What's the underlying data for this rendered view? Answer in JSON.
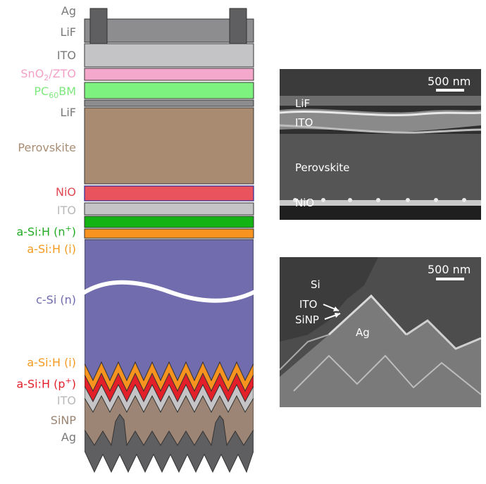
{
  "stack_labels": [
    {
      "id": "ag-top",
      "text": "Ag",
      "color": "#7a7a7a"
    },
    {
      "id": "lif-top",
      "text": "LiF",
      "color": "#7a7a7a"
    },
    {
      "id": "ito-top",
      "text": "ITO",
      "color": "#7a7a7a"
    },
    {
      "id": "sno2-zto",
      "text": "SnO",
      "sub": "2",
      "rest": "/ZTO",
      "color": "#f2a0c6"
    },
    {
      "id": "pc60bm",
      "text": "PC",
      "sub": "60",
      "rest": "BM",
      "color": "#7ee87e"
    },
    {
      "id": "lif-mid",
      "text": "LiF",
      "color": "#7a7a7a"
    },
    {
      "id": "perovskite",
      "text": "Perovskite",
      "color": "#a98d74"
    },
    {
      "id": "nio",
      "text": "NiO",
      "color": "#e04a52"
    },
    {
      "id": "ito-mid",
      "text": "ITO",
      "color": "#b8b8b8"
    },
    {
      "id": "asih-n",
      "text": "a-Si:H (n",
      "sup": "+",
      "rest": ")",
      "color": "#22aa22"
    },
    {
      "id": "asih-i-top",
      "text": "a-Si:H (i)",
      "color": "#f39a1f"
    },
    {
      "id": "csi-n",
      "text": "c-Si (n)",
      "color": "#6e6aac"
    },
    {
      "id": "asih-i-bot",
      "text": "a-Si:H (i)",
      "color": "#f39a1f"
    },
    {
      "id": "asih-p",
      "text": "a-Si:H (p",
      "sup": "+",
      "rest": ")",
      "color": "#e2202a"
    },
    {
      "id": "ito-bot",
      "text": "ITO",
      "color": "#b8b8b8"
    },
    {
      "id": "sinp",
      "text": "SiNP",
      "color": "#9a8574"
    },
    {
      "id": "ag-bot",
      "text": "Ag",
      "color": "#7a7a7a"
    }
  ],
  "colors": {
    "ag": "#5f5f61",
    "lif": "#8d8d8f",
    "ito": "#c4c4c6",
    "sno2": "#f4a8cb",
    "pcbm": "#7ef27e",
    "perovskite": "#a98b71",
    "nio": "#e9535d",
    "asih_n": "#12b312",
    "asih_i": "#f7931e",
    "csi": "#706cae",
    "asih_p": "#e3202a",
    "sinp": "#9c8575"
  },
  "sem_top": {
    "scale": "500 nm",
    "labels": [
      {
        "id": "sem-lif",
        "text": "LiF"
      },
      {
        "id": "sem-ito",
        "text": "ITO"
      },
      {
        "id": "sem-perovskite",
        "text": "Perovskite"
      },
      {
        "id": "sem-nio",
        "text": "NiO"
      }
    ]
  },
  "sem_bottom": {
    "scale": "500 nm",
    "labels": [
      {
        "id": "sem-si",
        "text": "Si"
      },
      {
        "id": "sem-ito2",
        "text": "ITO"
      },
      {
        "id": "sem-sinp",
        "text": "SiNP"
      },
      {
        "id": "sem-ag",
        "text": "Ag"
      }
    ]
  }
}
